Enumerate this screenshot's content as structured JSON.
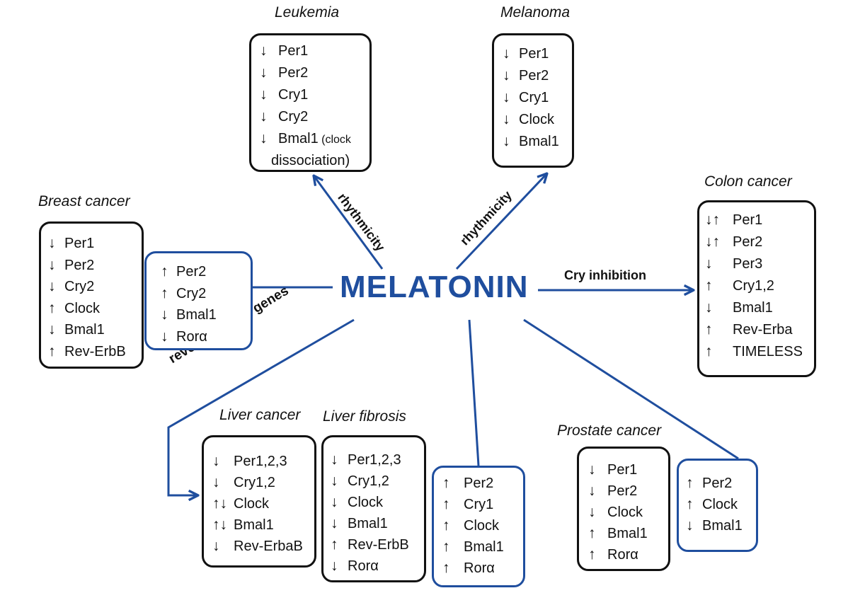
{
  "center": {
    "label": "MELATONIN"
  },
  "arrows": {
    "leukemia": "rhythmicity",
    "melanoma": "rhythmicity",
    "colon": "Cry inhibition",
    "liver": "reversed clock genes"
  },
  "titles": {
    "leukemia": "Leukemia",
    "melanoma": "Melanoma",
    "breast": "Breast cancer",
    "colon": "Colon cancer",
    "liver_cancer": "Liver cancer",
    "liver_fibrosis": "Liver fibrosis",
    "prostate": "Prostate cancer"
  },
  "boxes": {
    "leukemia": [
      {
        "dir": "↓",
        "name": "Per1"
      },
      {
        "dir": "↓",
        "name": "Per2"
      },
      {
        "dir": "↓",
        "name": "Cry1"
      },
      {
        "dir": "↓",
        "name": "Cry2"
      },
      {
        "dir": "↓",
        "name": "Bmal1",
        "note": "(clock"
      },
      {
        "dir": "",
        "name": "dissociation)"
      }
    ],
    "melanoma": [
      {
        "dir": "↓",
        "name": "Per1"
      },
      {
        "dir": "↓",
        "name": "Per2"
      },
      {
        "dir": "↓",
        "name": "Cry1"
      },
      {
        "dir": "↓",
        "name": "Clock"
      },
      {
        "dir": "↓",
        "name": "Bmal1"
      }
    ],
    "breast_black": [
      {
        "dir": "↓",
        "name": "Per1"
      },
      {
        "dir": "↓",
        "name": "Per2"
      },
      {
        "dir": "↓",
        "name": "Cry2"
      },
      {
        "dir": "↑",
        "name": "Clock"
      },
      {
        "dir": "↓",
        "name": "Bmal1"
      },
      {
        "dir": "↑",
        "name": "Rev-ErbB"
      }
    ],
    "breast_blue": [
      {
        "dir": "↑",
        "name": "Per2"
      },
      {
        "dir": "↑",
        "name": "Cry2"
      },
      {
        "dir": "↓",
        "name": "Bmal1"
      },
      {
        "dir": "↓",
        "name": "Rorα"
      }
    ],
    "colon": [
      {
        "dir": "↓↑",
        "name": "Per1"
      },
      {
        "dir": "↓↑",
        "name": "Per2"
      },
      {
        "dir": "↓",
        "name": "Per3"
      },
      {
        "dir": "↑",
        "name": "Cry1,2"
      },
      {
        "dir": "↓",
        "name": "Bmal1"
      },
      {
        "dir": "↑",
        "name": "Rev-Erba"
      },
      {
        "dir": "↑",
        "name": "TIMELESS"
      }
    ],
    "liver_cancer": [
      {
        "dir": "↓",
        "name": "Per1,2,3"
      },
      {
        "dir": "↓",
        "name": "Cry1,2"
      },
      {
        "dir": "↑↓",
        "name": "Clock"
      },
      {
        "dir": "↑↓",
        "name": "Bmal1"
      },
      {
        "dir": "↓",
        "name": "Rev-ErbaB"
      }
    ],
    "liver_fibrosis": [
      {
        "dir": "↓",
        "name": "Per1,2,3"
      },
      {
        "dir": "↓",
        "name": "Cry1,2"
      },
      {
        "dir": "↓",
        "name": "Clock"
      },
      {
        "dir": "↓",
        "name": "Bmal1"
      },
      {
        "dir": "↑",
        "name": "Rev-ErbB"
      },
      {
        "dir": "↓",
        "name": "Rorα"
      }
    ],
    "liver_blue": [
      {
        "dir": "↑",
        "name": "Per2"
      },
      {
        "dir": "↑",
        "name": "Cry1"
      },
      {
        "dir": "↑",
        "name": "Clock"
      },
      {
        "dir": "↑",
        "name": "Bmal1"
      },
      {
        "dir": "↑",
        "name": "Rorα"
      }
    ],
    "prostate_black": [
      {
        "dir": "↓",
        "name": "Per1"
      },
      {
        "dir": "↓",
        "name": "Per2"
      },
      {
        "dir": "↓",
        "name": "Clock"
      },
      {
        "dir": "↑",
        "name": "Bmal1"
      },
      {
        "dir": "↑",
        "name": "Rorα"
      }
    ],
    "prostate_blue": [
      {
        "dir": "↑",
        "name": "Per2"
      },
      {
        "dir": "↑",
        "name": "Clock"
      },
      {
        "dir": "↓",
        "name": "Bmal1"
      }
    ]
  }
}
